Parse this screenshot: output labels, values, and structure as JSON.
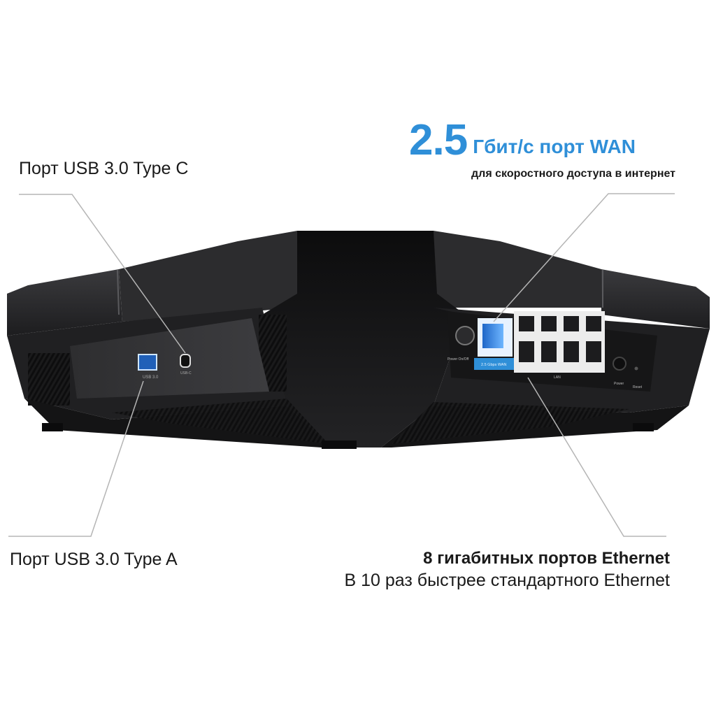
{
  "callouts": {
    "usb_c": {
      "label": "Порт USB 3.0 Type C"
    },
    "usb_a": {
      "label": "Порт USB 3.0 Type A"
    },
    "wan": {
      "speed": "2.5",
      "title": "Гбит/с порт WAN",
      "subtitle": "для скоростного доступа в интернет"
    },
    "ethernet": {
      "title": "8 гигабитных портов Ethernet",
      "subtitle": "В 10 раз быстрее стандартного Ethernet"
    }
  },
  "device": {
    "usb_a_port_label": "USB 3.0",
    "usb_c_port_label": "USB-C",
    "wan_port_label": "2.5 Gbps WAN",
    "power_switch_label": "Power On/Off",
    "power_label": "Power",
    "reset_label": "Reset",
    "lan_label": "LAN",
    "lan_port_count": 8
  },
  "colors": {
    "accent": "#2f8fd8",
    "device_body": "#2a2a2c",
    "callout_line": "#b5b5b5"
  }
}
